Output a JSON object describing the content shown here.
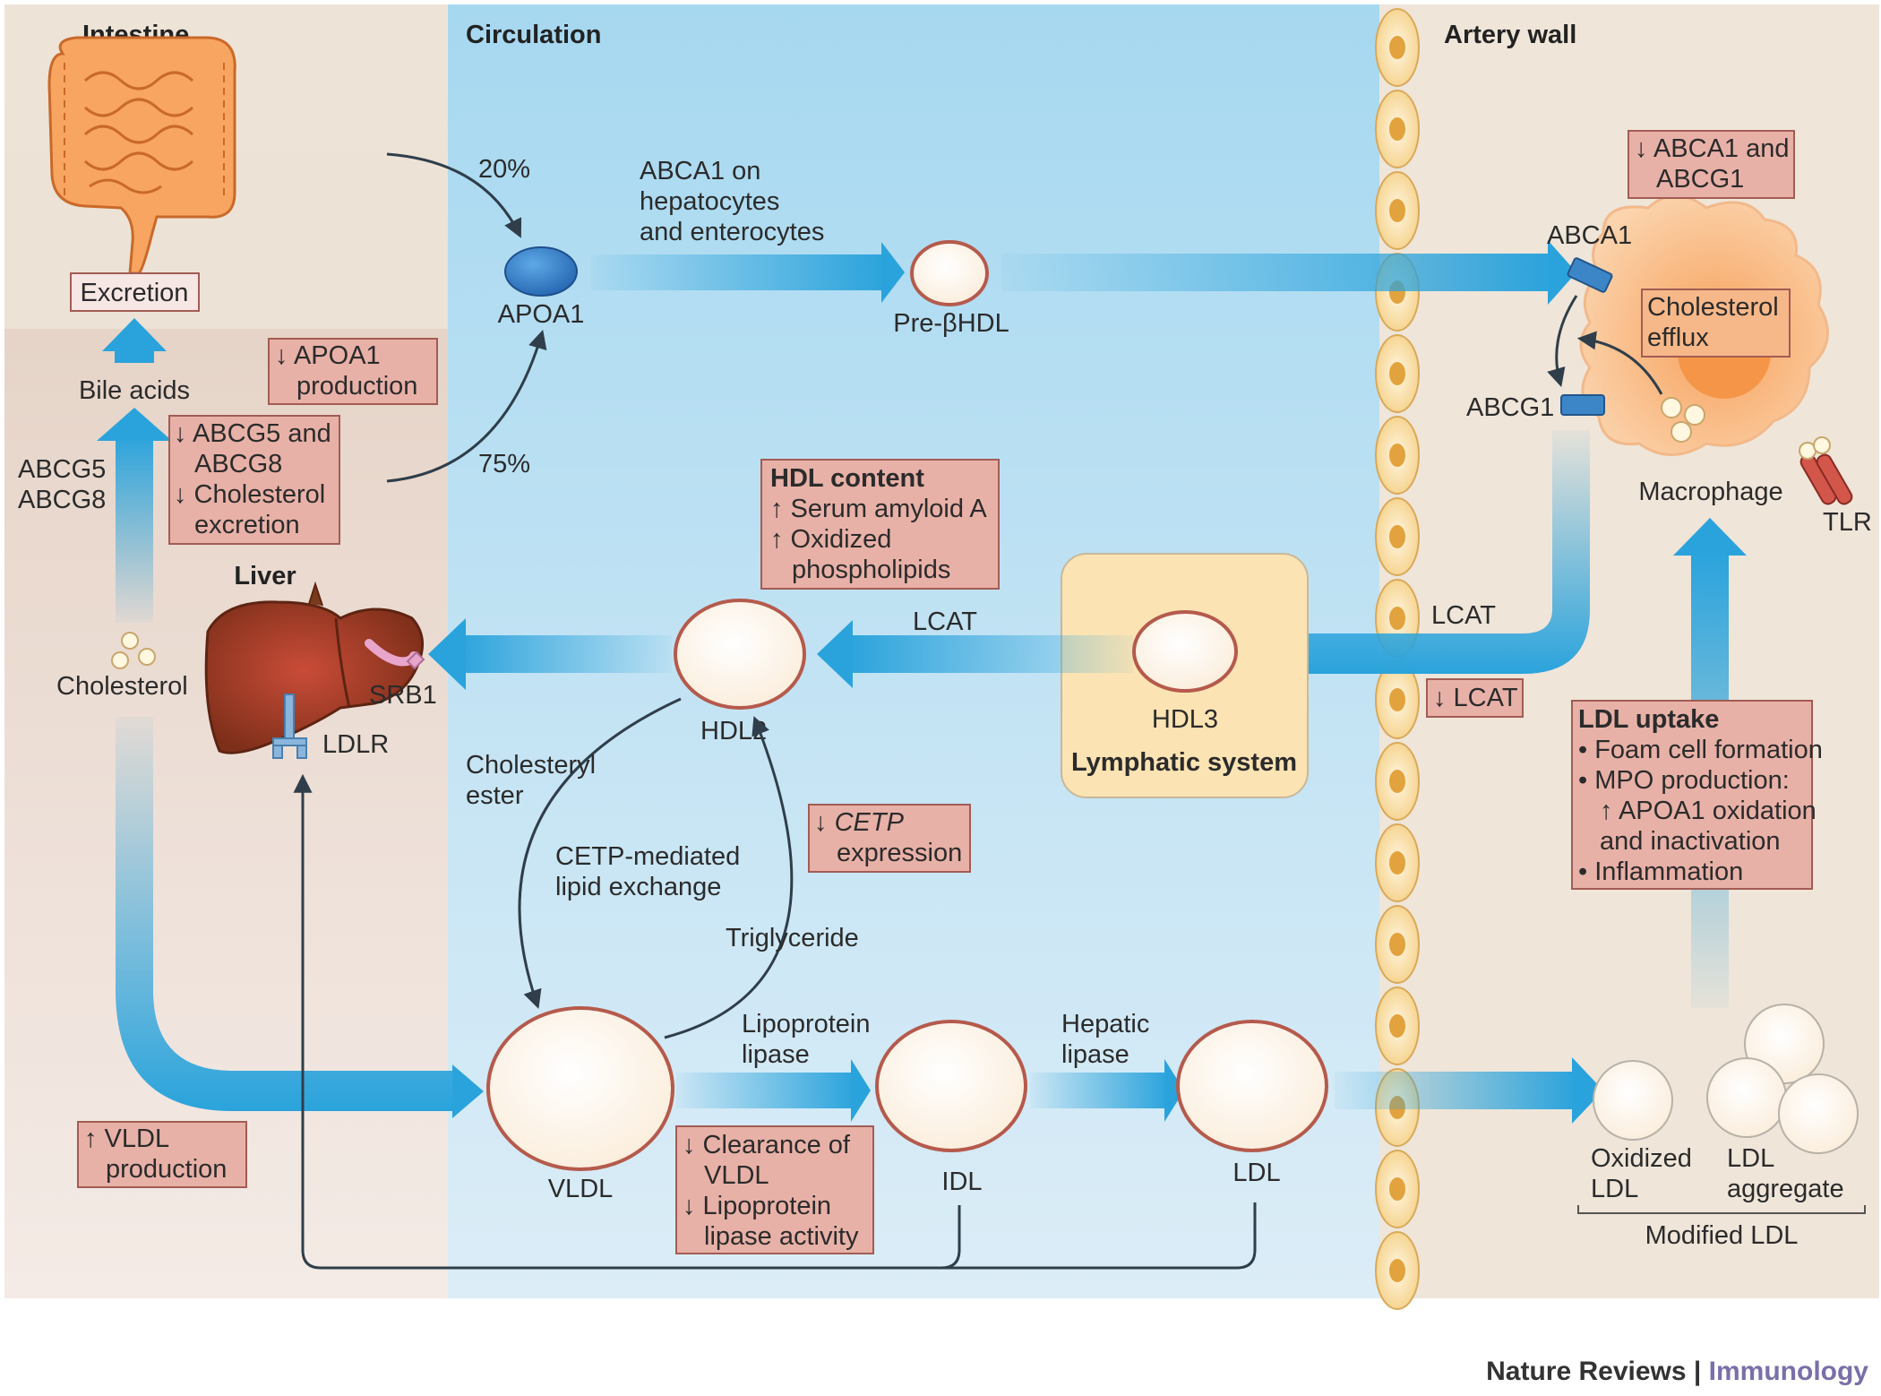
{
  "regions": {
    "intestine": "Intestine",
    "circulation": "Circulation",
    "artery_wall": "Artery wall",
    "liver": "Liver",
    "lymphatic": "Lymphatic system"
  },
  "labels": {
    "excretion": "Excretion",
    "bile_acids": "Bile acids",
    "abcg5": "ABCG5",
    "abcg8": "ABCG8",
    "cholesterol": "Cholesterol",
    "srb1": "SRB1",
    "ldlr": "LDLR",
    "pct20": "20%",
    "pct75": "75%",
    "apoa1": "APOA1",
    "abca1_hep_1": "ABCA1 on",
    "abca1_hep_2": "hepatocytes",
    "abca1_hep_3": "and enterocytes",
    "prebhdl": "Pre-βHDL",
    "abca1": "ABCA1",
    "abcg1": "ABCG1",
    "macrophage": "Macrophage",
    "tlr": "TLR",
    "lcat_right": "LCAT",
    "lcat_mid": "LCAT",
    "hdl3": "HDL3",
    "hdl2": "HDL2",
    "chol_ester_1": "Cholesteryl",
    "chol_ester_2": "ester",
    "cetp_1": "CETP-mediated",
    "cetp_2": "lipid exchange",
    "triglyceride": "Triglyceride",
    "lpl_1": "Lipoprotein",
    "lpl_2": "lipase",
    "hl_1": "Hepatic",
    "hl_2": "lipase",
    "vldl": "VLDL",
    "idl": "IDL",
    "ldl": "LDL",
    "ox_ldl_1": "Oxidized",
    "ox_ldl_2": "LDL",
    "ldl_agg_1": "LDL",
    "ldl_agg_2": "aggregate",
    "modified_ldl": "Modified LDL"
  },
  "boxes": {
    "apoa1_prod": [
      "↓ APOA1",
      "production"
    ],
    "abcg5_8": [
      "↓ ABCG5 and",
      "ABCG8",
      "↓ Cholesterol",
      "excretion"
    ],
    "abca1_abcg1": [
      "↓ ABCA1 and",
      "ABCG1"
    ],
    "chol_efflux": [
      "Cholesterol",
      "efflux"
    ],
    "hdl_content_title": "HDL content",
    "hdl_content": [
      "↑ Serum amyloid A",
      "↑ Oxidized",
      "phospholipids"
    ],
    "lcat_down": "↓ LCAT",
    "cetp_expr": [
      "↓ ",
      "CETP",
      "expression"
    ],
    "ldl_uptake_title": "LDL uptake",
    "ldl_uptake": [
      "• Foam cell formation",
      "• MPO production:",
      "↑ APOA1 oxidation",
      "and inactivation",
      "• Inflammation"
    ],
    "clearance": [
      "↓ Clearance of",
      "VLDL",
      "↓ Lipoprotein",
      "lipase activity"
    ],
    "vldl_prod": [
      "↑ VLDL",
      "production"
    ]
  },
  "footer": {
    "journal": "Nature Reviews",
    "separator": " | ",
    "section": "Immunology"
  },
  "colors": {
    "blue_arrow": "#29a3dc",
    "note_box": "#e8b1a7",
    "liver": "#8b3a22",
    "macrophage": "#f6a868",
    "circulation_bg": "#a8d8ef",
    "artery_bg": "#efe5d9"
  }
}
